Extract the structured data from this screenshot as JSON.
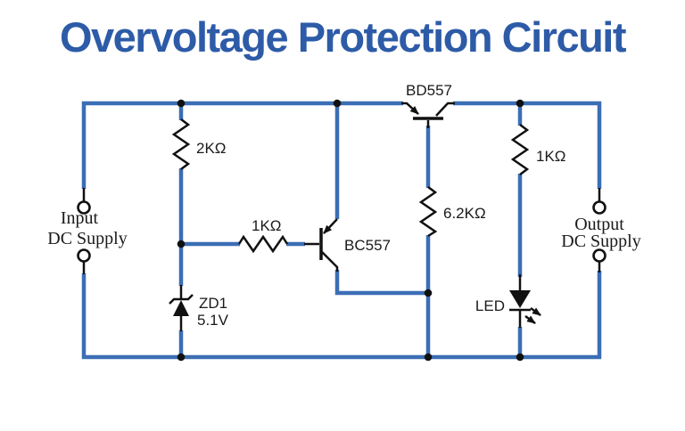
{
  "title": "Overvoltage Protection Circuit",
  "colors": {
    "title": "#2d5ba7",
    "wire": "#3b6eb5",
    "component": "#111111",
    "text": "#1a1a1a",
    "background": "#ffffff"
  },
  "components": {
    "r1": {
      "value": "2KΩ",
      "type": "resistor"
    },
    "r2": {
      "value": "1KΩ",
      "type": "resistor"
    },
    "r3": {
      "value": "6.2KΩ",
      "type": "resistor"
    },
    "r4": {
      "value": "1KΩ",
      "type": "resistor"
    },
    "q1": {
      "value": "BC557",
      "type": "pnp-transistor"
    },
    "q2": {
      "value": "BD557",
      "type": "pnp-transistor"
    },
    "zd1": {
      "name": "ZD1",
      "value": "5.1V",
      "type": "zener-diode"
    },
    "led": {
      "value": "LED",
      "type": "led"
    }
  },
  "ports": {
    "input_line1": "Input",
    "input_line2": "DC Supply",
    "output_line1": "Output",
    "output_line2": "DC Supply"
  }
}
